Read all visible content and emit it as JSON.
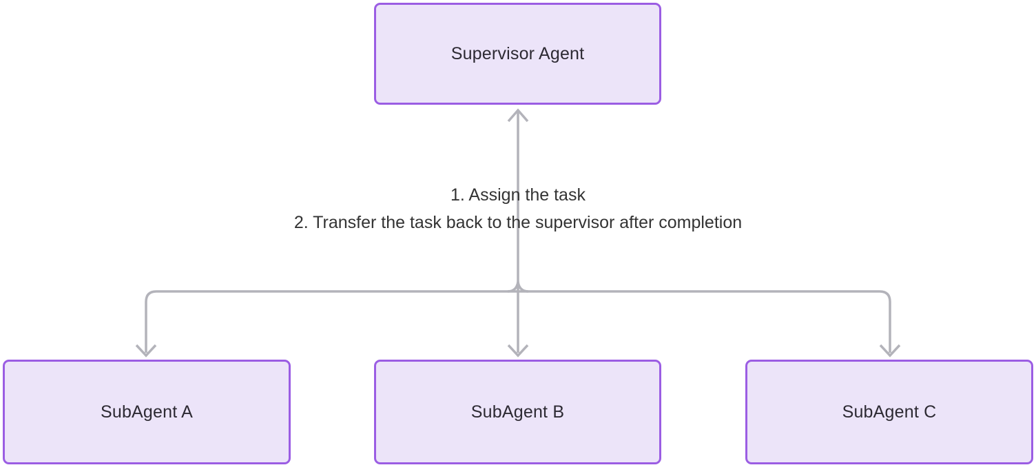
{
  "diagram": {
    "type": "flowchart",
    "orientation": "top-down",
    "colors": {
      "background": "#ffffff",
      "node_fill": "#ece4f9",
      "node_border": "#9b5de3",
      "node_text": "#2d2a33",
      "edge": "#b3b3ba",
      "edge_label_text": "#333333"
    },
    "nodes": [
      {
        "id": "supervisor",
        "label": "Supervisor Agent"
      },
      {
        "id": "subagent-a",
        "label": "SubAgent A"
      },
      {
        "id": "subagent-b",
        "label": "SubAgent B"
      },
      {
        "id": "subagent-c",
        "label": "SubAgent C"
      }
    ],
    "edges": [
      {
        "from": "subagents",
        "to": "supervisor",
        "arrow": "up-into-supervisor"
      },
      {
        "from": "supervisor",
        "to": "subagent-a",
        "arrow": "down-into-subagent"
      },
      {
        "from": "supervisor",
        "to": "subagent-b",
        "arrow": "down-into-subagent"
      },
      {
        "from": "supervisor",
        "to": "subagent-c",
        "arrow": "down-into-subagent"
      }
    ],
    "edge_label_lines": [
      "1. Assign the task",
      "2. Transfer the task back to the supervisor after completion"
    ]
  }
}
